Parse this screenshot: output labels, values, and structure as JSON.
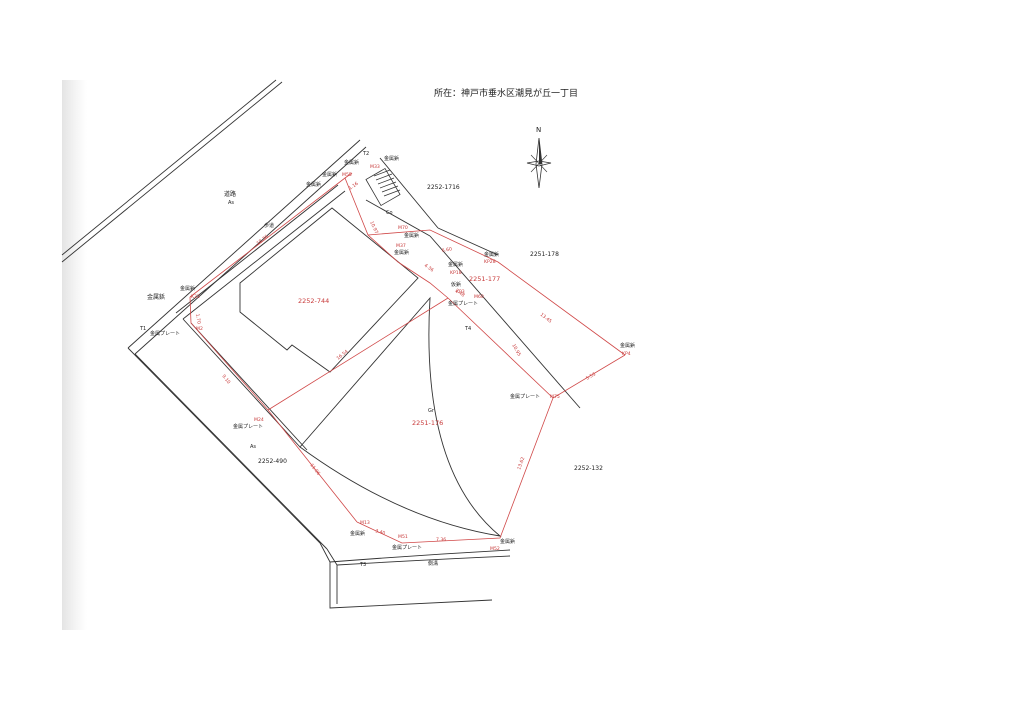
{
  "title": "所在：神戸市垂水区潮見が丘一丁目",
  "north_label": "N",
  "colors": {
    "line": "#333333",
    "boundary": "#d04848",
    "text": "#222222"
  },
  "parcels": {
    "main": "2252-744",
    "main2": "2251-176",
    "small": "2251-177",
    "n1716": "2252-1716",
    "e178": "2251-178",
    "sw490": "2252-490",
    "se132": "2252-132"
  },
  "road_labels": {
    "road": "道路",
    "road_as": "As",
    "sidewalk": "歩道",
    "gr": "Gr",
    "co": "Co",
    "as2": "As",
    "ditch": "側溝"
  },
  "markers": {
    "kinzoku_byo": "金属鋲",
    "kinzoku_plate": "金属プレート",
    "kari_byo": "仮鋲",
    "T1": "T1",
    "T2": "T2",
    "T3": "T3",
    "T4": "T4",
    "KP4": "KP4",
    "KP28": "KP28",
    "KP3": "KP3",
    "KP18": "KP18",
    "M75": "M75",
    "M24": "M24",
    "M2": "M2",
    "M13": "M13",
    "M51": "M51",
    "M52": "M52",
    "M60": "M60",
    "M70": "M70",
    "M37": "M37",
    "M33": "M33",
    "M55": "M55",
    "K33": "K33"
  },
  "distances": {
    "d1": "16.54",
    "d2": "13.45",
    "d3": "10.95",
    "d4": "5.53",
    "d5": "13.62",
    "d6": "7.36",
    "d7": "3.40",
    "d8": "11.06",
    "d9": "9.10",
    "d10": "1.70",
    "d11": "18.36",
    "d12": "10.97",
    "d13": "6.60",
    "d14": "4.36",
    "d15": "2.48",
    "d16": "1.16"
  }
}
